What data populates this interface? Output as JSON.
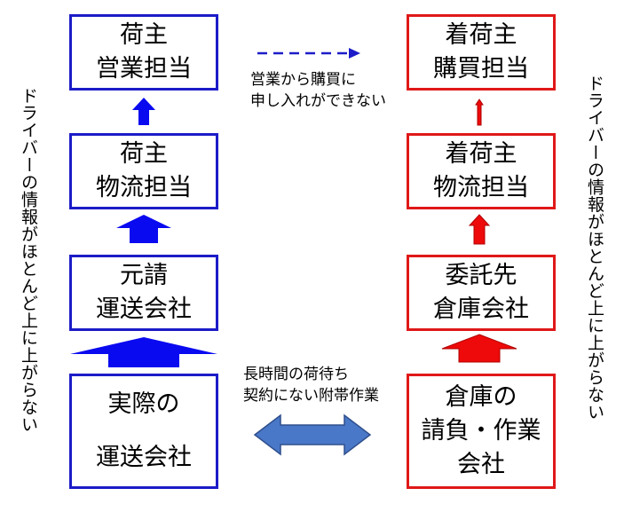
{
  "left_column": {
    "shipper_sales": [
      "荷主",
      "営業担当"
    ],
    "shipper_logistics": [
      "荷主",
      "物流担当"
    ],
    "prime_carrier": [
      "元請",
      "運送会社"
    ],
    "actual_carrier": [
      "実際の",
      "運送会社"
    ]
  },
  "right_column": {
    "consignee_purchasing": [
      "着荷主",
      "購買担当"
    ],
    "consignee_logistics": [
      "着荷主",
      "物流担当"
    ],
    "contracted_warehouse": [
      "委託先",
      "倉庫会社"
    ],
    "warehouse_contractor": [
      "倉庫の",
      "請負・作業",
      "会社"
    ]
  },
  "side_labels": {
    "left": "ドライバーの情報がほとんど上に上がらない",
    "right": "ドライバーの情報がほとんど上に上がらない"
  },
  "notes": {
    "top_middle": [
      "営業から購買に",
      "申し入れができない"
    ],
    "bottom_middle": [
      "長時間の荷待ち",
      "契約にない附帯作業"
    ]
  },
  "colors": {
    "left_accent": "#1c1cc8",
    "right_accent": "#e01818",
    "double_arrow": "#4a78c8"
  }
}
